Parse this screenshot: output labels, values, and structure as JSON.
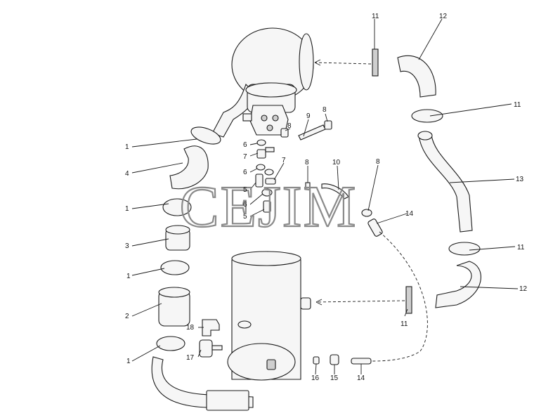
{
  "watermark": "СЕJIM",
  "callouts": {
    "c11_top": "11",
    "c12_top": "12",
    "c11_right": "11",
    "c13": "13",
    "c11_mid": "11",
    "c12_mid": "12",
    "c11_low": "11",
    "c1_a": "1",
    "c4": "4",
    "c1_b": "1",
    "c3": "3",
    "c1_c": "1",
    "c2": "2",
    "c1_d": "1",
    "c18": "18",
    "c17": "17",
    "c16": "16",
    "c15": "15",
    "c14_low": "14",
    "c14_mid": "14",
    "c9": "9",
    "c8_a": "8",
    "c8_b": "8",
    "c8_c": "8",
    "c8_d": "8",
    "c10": "10",
    "c7_a": "7",
    "c7_b": "7",
    "c6_a": "6",
    "c6_b": "6",
    "c6_c": "6",
    "c5_a": "5",
    "c5_b": "5"
  }
}
